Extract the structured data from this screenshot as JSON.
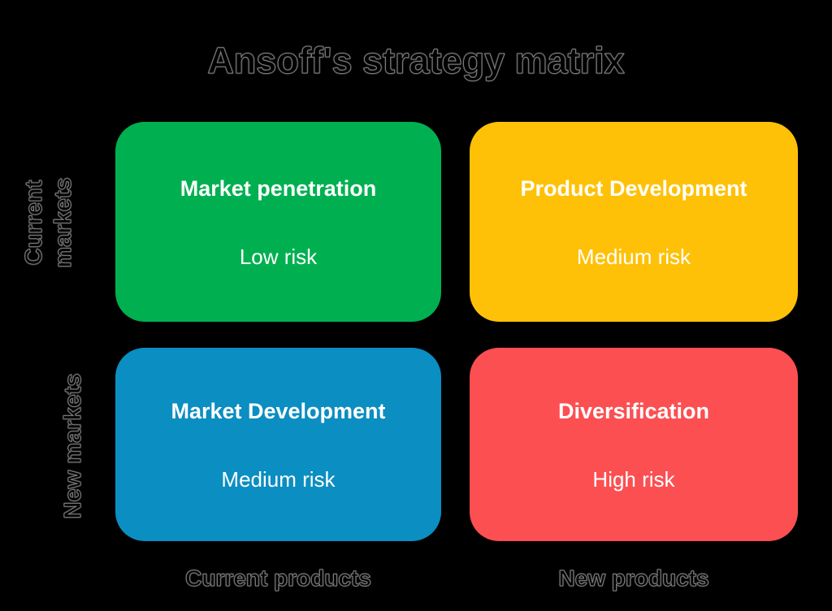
{
  "title": "Ansoff's strategy matrix",
  "background_color": "#000000",
  "axes": {
    "y_labels": [
      {
        "id": "current-markets",
        "text": "Current markets",
        "lines": [
          "Current",
          "markets"
        ]
      },
      {
        "id": "new-markets",
        "text": "New markets",
        "lines": [
          "New markets"
        ]
      }
    ],
    "x_labels": [
      {
        "id": "current-products",
        "text": "Current products"
      },
      {
        "id": "new-products",
        "text": "New products"
      }
    ]
  },
  "quadrants": [
    {
      "id": "market-penetration",
      "strategy": "Market penetration",
      "risk": "Low risk",
      "color": "#00b050",
      "market": "Current markets",
      "product": "Current products"
    },
    {
      "id": "product-development",
      "strategy": "Product Development",
      "risk": "Medium risk",
      "color": "#ffc107",
      "market": "Current markets",
      "product": "New products"
    },
    {
      "id": "market-development",
      "strategy": "Market Development",
      "risk": "Medium risk",
      "color": "#0b8ec1",
      "market": "New markets",
      "product": "Current products"
    },
    {
      "id": "diversification",
      "strategy": "Diversification",
      "risk": "High risk",
      "color": "#fc4f52",
      "market": "New markets",
      "product": "New products"
    }
  ]
}
